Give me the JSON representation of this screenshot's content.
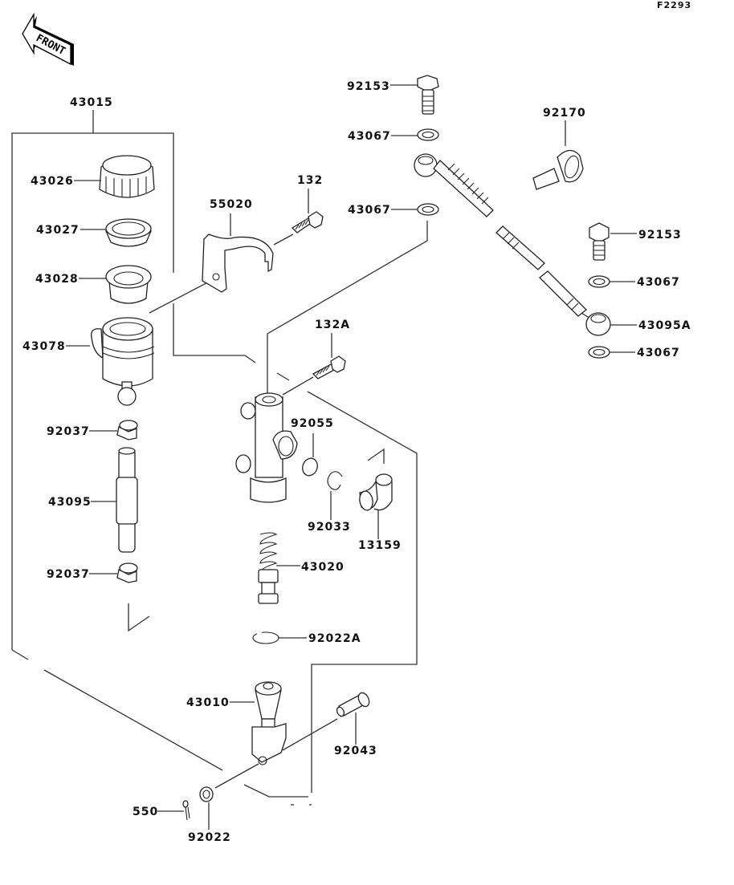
{
  "diagram_code": "F2293",
  "front_indicator": "FRONT",
  "parts": {
    "master_cylinder_assy": "43015",
    "cap": "43026",
    "plate": "43027",
    "diaphragm": "43028",
    "reservoir": "43078",
    "hose_clamp_top": "92037",
    "reservoir_hose": "43095",
    "hose_clamp_bottom": "92037",
    "bracket": "55020",
    "bolt_bracket": "132",
    "banjo_bolt_top": "92153",
    "washer_top_1": "43067",
    "washer_top_2": "43067",
    "hose_clamp_ring": "92170",
    "banjo_bolt_right": "92153",
    "washer_right_1": "43067",
    "brake_hose": "43095A",
    "washer_right_2": "43067",
    "bolt_body": "132A",
    "o_ring": "92055",
    "circlip_fitting": "92033",
    "fitting": "13159",
    "piston_assy": "43020",
    "circlip": "92022A",
    "push_rod": "43010",
    "pin": "92043",
    "cotter_pin": "550",
    "washer_pin": "92022"
  }
}
